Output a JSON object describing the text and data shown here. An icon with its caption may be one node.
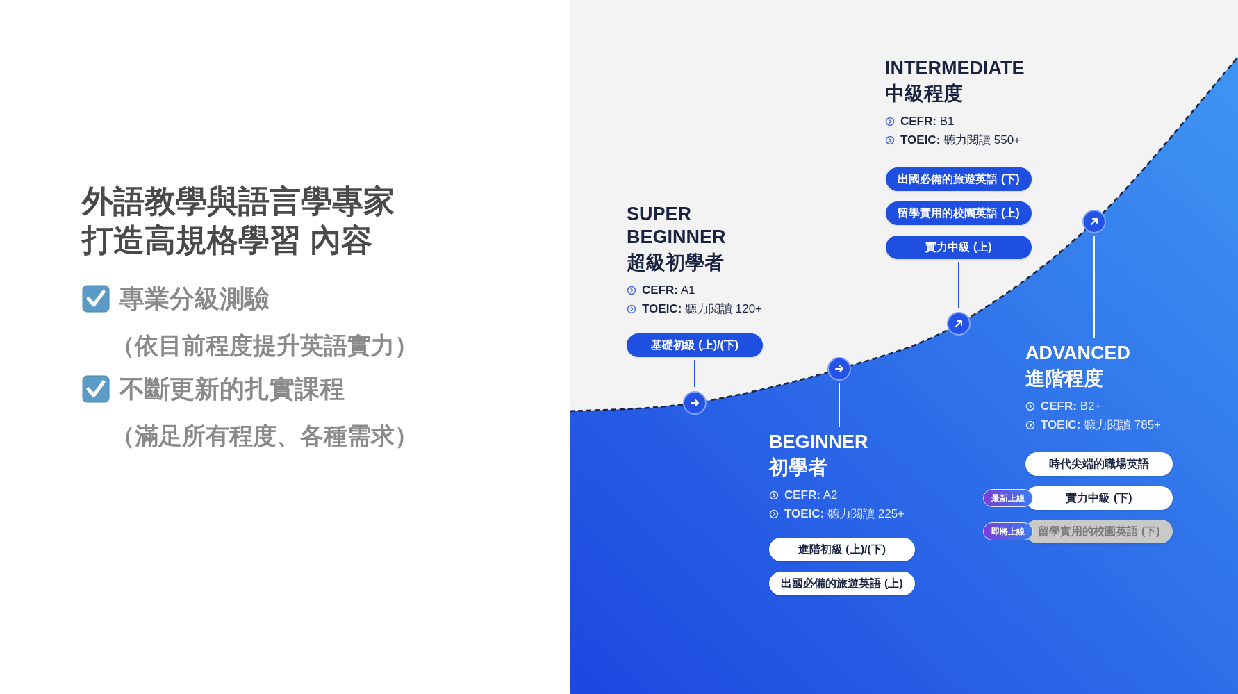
{
  "diagram": {
    "title": "外語教學與語言學專家打造高規格學習 內容",
    "nodes": [
      {
        "text": [
          "SUPER BEGINNER",
          "超級初學者",
          "**CEFR:** A1",
          "**TOEIC:** 聽力閱讀 120+"
        ]
      },
      {
        "text": [
          "基礎初級 (上)/(下)"
        ]
      },
      {
        "text": [],
        "shape": "circle"
      },
      {
        "text": [],
        "shape": "circle"
      },
      {
        "text": [
          "BEGINNER",
          "初學者",
          "**CEFR:** A2",
          "**TOEIC:** 聽力閱讀 225+"
        ]
      },
      {
        "text": [
          "進階初級 (上)/(下)"
        ]
      },
      {
        "text": [
          "出國必備的旅遊英語 (上)"
        ]
      },
      {
        "text": [
          "INTERMEDIATE",
          "中級程度",
          "**CEFR:** B1",
          "**TOEIC:** 聽力閱讀 550+"
        ]
      },
      {
        "text": [
          "出國必備的旅遊英語 (下)"
        ]
      },
      {
        "text": [
          "留學實用的校園英語 (上)"
        ]
      },
      {
        "text": [
          "實力中級 (上)"
        ]
      },
      {
        "text": [],
        "shape": "circle"
      },
      {
        "text": [],
        "shape": "circle"
      },
      {
        "text": [
          "ADVANCED",
          "進階程度",
          "**CEFR:** B2+",
          "**TOEIC:** 聽力閱讀 785+"
        ]
      },
      {
        "text": [
          "時代尖端的職場英語"
        ]
      },
      {
        "text": [
          "最新上線"
        ]
      },
      {
        "text": [
          "實力中級 (下)"
        ]
      },
      {
        "text": [
          "即將上線"
        ]
      },
      {
        "text": [
          "留學實用的校園英語 (下)"
        ]
      }
    ],
    "edges": [
      {
        "from": 1,
        "to": 2,
        "arrow": "none",
        "color": "#1f4fe0"
      },
      {
        "from": 3,
        "to": 4,
        "arrow": "none",
        "color": "#ffffff"
      },
      {
        "from": 10,
        "to": 11,
        "arrow": "none",
        "color": "#1f4fe0"
      },
      {
        "from": 12,
        "to": 13,
        "arrow": "none",
        "color": "#ffffff"
      }
    ],
    "labels": [
      "專業分級測驗",
      "（依目前程度提升英語實力）",
      "不斷更新的扎實課程",
      "（滿足所有程度、各種需求）"
    ]
  }
}
